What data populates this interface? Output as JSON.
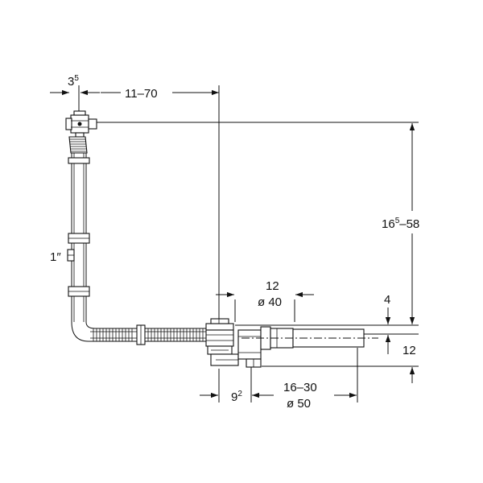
{
  "dimensions": {
    "d_3_5": {
      "base": "3",
      "sup": "5"
    },
    "d_11_70": "11–70",
    "d_16_5_58": {
      "base": "16",
      "sup": "5",
      "rest": "–58"
    },
    "d_1_inch": "1″",
    "d_12_top": "12",
    "d_dia40": "ø 40",
    "d_4": "4",
    "d_12_right": "12",
    "d_9_2": {
      "base": "9",
      "sup": "2"
    },
    "d_16_30": "16–30",
    "d_dia50": "ø 50"
  }
}
